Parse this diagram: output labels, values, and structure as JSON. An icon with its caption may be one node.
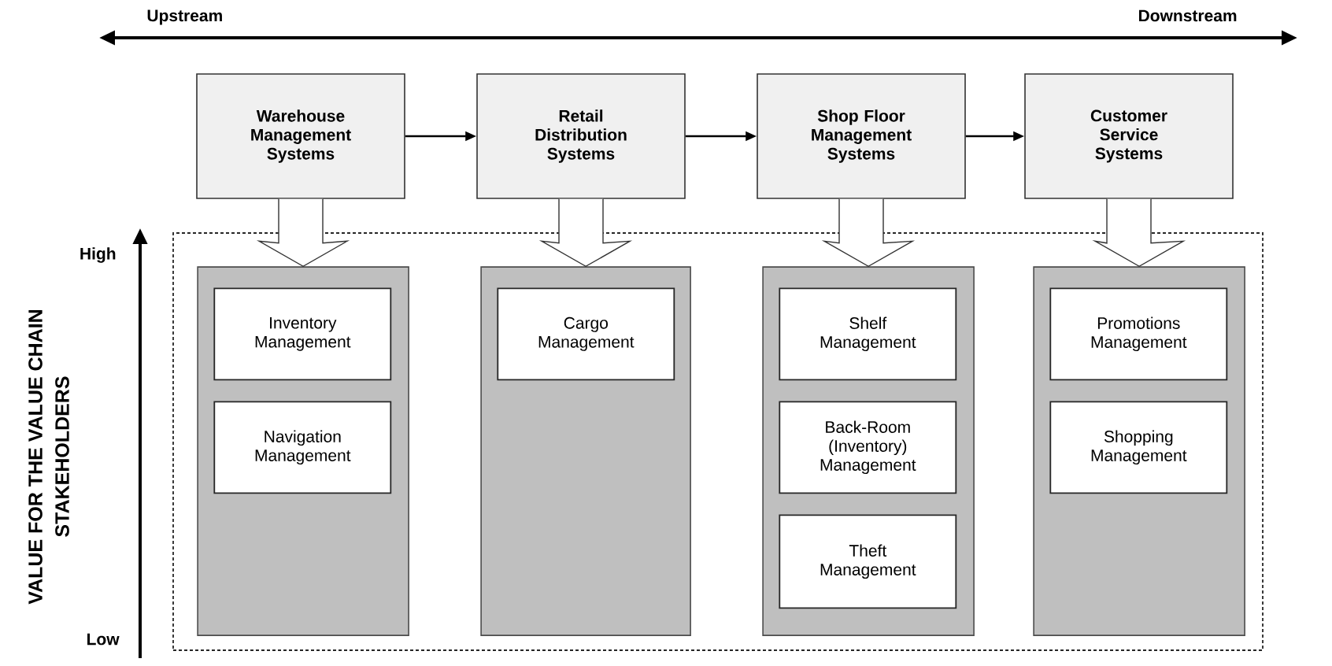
{
  "diagram": {
    "nodes": [
      {
        "text": [
          "Warehouse Management Systems"
        ]
      },
      {
        "text": [
          "Retail Distribution Systems"
        ]
      },
      {
        "text": [
          "Shop Floor Management Systems"
        ]
      },
      {
        "text": [
          "Customer Service Systems"
        ]
      },
      {
        "text": [],
        "shape": "box"
      },
      {
        "text": [],
        "shape": "box",
        "in": 4
      },
      {
        "text": [
          "Inventory Management"
        ],
        "in": 5
      },
      {
        "text": [
          "Navigation Management"
        ],
        "in": 5
      },
      {
        "text": [],
        "shape": "box",
        "in": 4
      },
      {
        "text": [
          "Cargo Management"
        ],
        "in": 8
      },
      {
        "text": [],
        "shape": "box",
        "in": 4
      },
      {
        "text": [
          "Shelf Management"
        ],
        "in": 10
      },
      {
        "text": [
          "Back-Room (Inventory) Management"
        ],
        "in": 10
      },
      {
        "text": [
          "Theft Management"
        ],
        "in": 10
      },
      {
        "text": [],
        "shape": "box",
        "in": 4
      },
      {
        "text": [
          "Promotions Management"
        ],
        "in": 14
      },
      {
        "text": [
          "Shopping Management"
        ],
        "in": 14
      }
    ],
    "edges": [
      {
        "from": 0,
        "to": 1,
        "arrow": "to"
      },
      {
        "from": 1,
        "to": 2,
        "arrow": "to"
      },
      {
        "from": 2,
        "to": 3,
        "arrow": "to"
      },
      {
        "from": 0,
        "to": 5,
        "arrow": "to"
      },
      {
        "from": 1,
        "to": 8,
        "arrow": "to"
      },
      {
        "from": 2,
        "to": 10,
        "arrow": "to"
      },
      {
        "from": 3,
        "to": 14,
        "arrow": "to"
      }
    ],
    "labels": [
      "Upstream",
      "Downstream",
      "High",
      "VALUE FOR THE VALUE CHAIN STAKEHOLDERS",
      "Low"
    ]
  }
}
